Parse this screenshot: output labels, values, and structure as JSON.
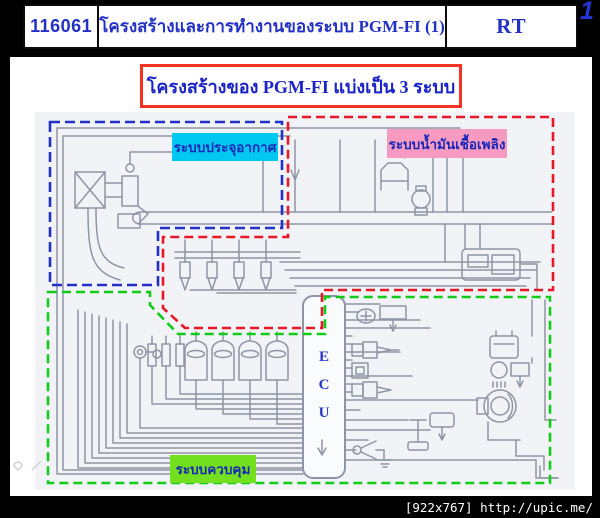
{
  "header": {
    "code": "116061",
    "title": "โครงสร้างและการทำงานของระบบ PGM-FI (1)",
    "right_tag": "RT",
    "page_number": "1"
  },
  "title_banner": "โครงสร้างของ PGM-FI แบ่งเป็น 3 ระบบ",
  "diagram": {
    "air_system_label": "ระบบประจุอากาศ",
    "fuel_system_label": "ระบบน้ำมันเชื้อเพลิง",
    "control_system_label": "ระบบควบคุม",
    "ecu_letters": [
      "E",
      "C",
      "U"
    ],
    "colors": {
      "air_box": "#2030c8",
      "fuel_box": "#e81828",
      "control_box": "#10cc18",
      "air_label_bg": "#00c8f0",
      "fuel_label_bg": "#f79ac1",
      "control_label_bg": "#72e01e"
    }
  },
  "footer": {
    "text": "[922x767] http://upic.me/"
  }
}
